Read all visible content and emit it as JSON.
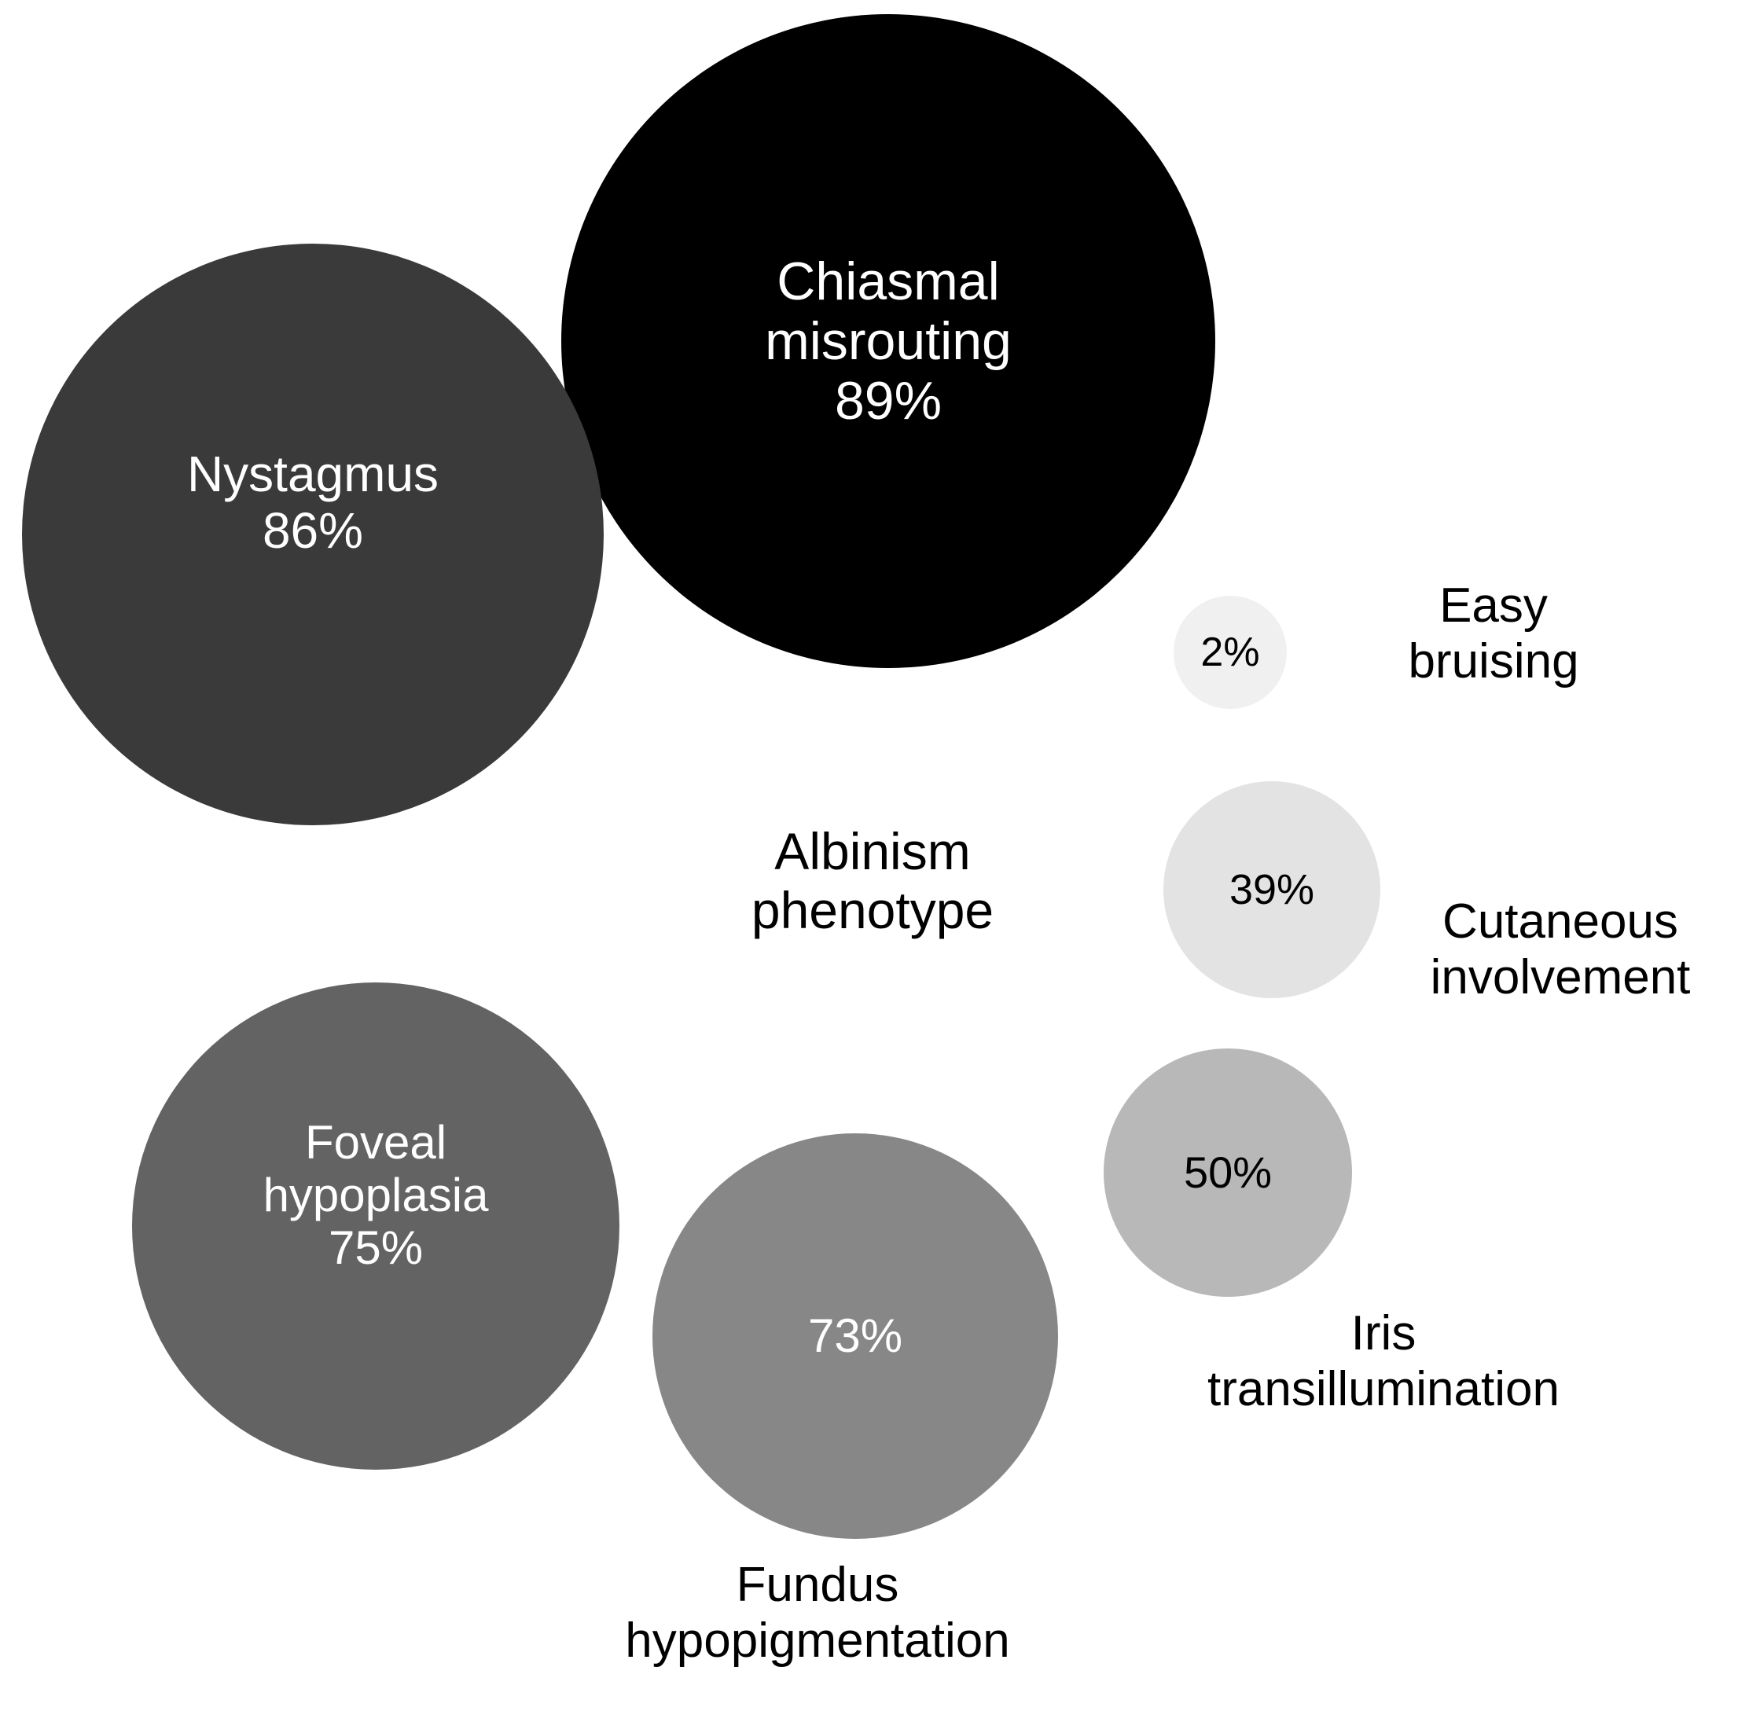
{
  "figure": {
    "center_caption": "Albinism\nphenotype",
    "background_color": "#ffffff"
  },
  "chart_data": {
    "type": "bubble",
    "title": "",
    "subtitle": "",
    "xlabel": "",
    "ylabel": "",
    "legend": "none",
    "grid": false,
    "units": "percent",
    "center_caption": "Albinism phenotype",
    "categories": [
      "Chiasmal misrouting",
      "Nystagmus",
      "Foveal hypoplasia",
      "Fundus hypopigmentation",
      "Iris transillumination",
      "Cutaneous involvement",
      "Easy bruising"
    ],
    "values": [
      89,
      86,
      75,
      73,
      50,
      39,
      2
    ],
    "value_labels": [
      "89%",
      "86%",
      "75%",
      "73%",
      "50%",
      "39%",
      "2%"
    ],
    "bubbles": [
      {
        "id": "chiasmal-misrouting",
        "label": "Chiasmal\nmisrouting",
        "label_flat": "Chiasmal misrouting",
        "value": 89,
        "value_label": "89%",
        "fill": "#000000",
        "text_color": "#ffffff",
        "label_position": "inside"
      },
      {
        "id": "nystagmus",
        "label": "Nystagmus",
        "label_flat": "Nystagmus",
        "value": 86,
        "value_label": "86%",
        "fill": "#3a3a3a",
        "text_color": "#ffffff",
        "label_position": "inside"
      },
      {
        "id": "foveal-hypoplasia",
        "label": "Foveal\nhypoplasia",
        "label_flat": "Foveal hypoplasia",
        "value": 75,
        "value_label": "75%",
        "fill": "#636363",
        "text_color": "#ffffff",
        "label_position": "inside"
      },
      {
        "id": "fundus-hypopigmentation",
        "label": "Fundus\nhypopigmentation",
        "label_flat": "Fundus hypopigmentation",
        "value": 73,
        "value_label": "73%",
        "fill": "#878787",
        "text_color": "#ffffff",
        "label_position": "below"
      },
      {
        "id": "iris-transillumination",
        "label": "Iris\ntransillumination",
        "label_flat": "Iris transillumination",
        "value": 50,
        "value_label": "50%",
        "fill": "#b8b8b8",
        "text_color": "#000000",
        "label_position": "below-right"
      },
      {
        "id": "cutaneous-involvement",
        "label": "Cutaneous\ninvolvement",
        "label_flat": "Cutaneous involvement",
        "value": 39,
        "value_label": "39%",
        "fill": "#e3e3e3",
        "text_color": "#000000",
        "label_position": "right"
      },
      {
        "id": "easy-bruising",
        "label": "Easy\nbruising",
        "label_flat": "Easy bruising",
        "value": 2,
        "value_label": "2%",
        "fill": "#f0f0f0",
        "text_color": "#000000",
        "label_position": "right"
      }
    ]
  }
}
